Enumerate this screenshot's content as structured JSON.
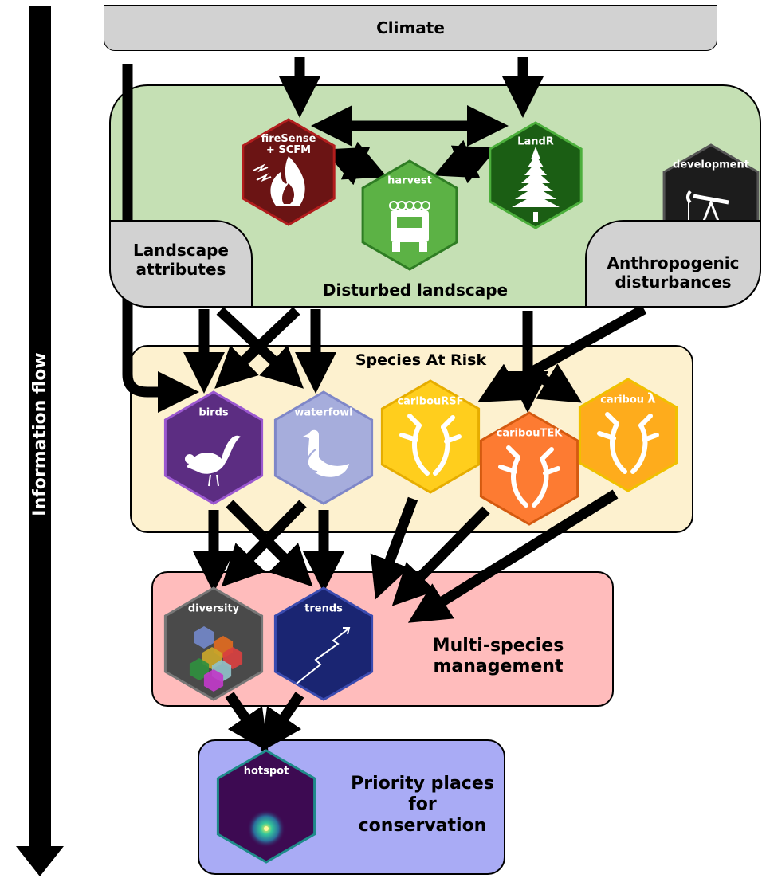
{
  "flow": {
    "label": "Information flow"
  },
  "climate": {
    "label": "Climate"
  },
  "disturbed": {
    "title": "Disturbed landscape",
    "color": "#c5e0b4"
  },
  "landscape_attributes": {
    "label_line1": "Landscape",
    "label_line2": "attributes"
  },
  "anthropogenic": {
    "label_line1": "Anthropogenic",
    "label_line2": "disturbances"
  },
  "species_at_risk": {
    "title": "Species At Risk",
    "color": "#fdf1cf"
  },
  "multi_species": {
    "label_line1": "Multi-species",
    "label_line2": "management",
    "color": "#ffbcbc"
  },
  "priority": {
    "label_line1": "Priority places",
    "label_line2": "for",
    "label_line3": "conservation",
    "color": "#a9abf5"
  },
  "modules": {
    "firesense": {
      "line1": "fireSense",
      "line2": "+ SCFM",
      "icon": "fire-icon",
      "fill": "#6b1414",
      "stroke": "#b21d1d"
    },
    "landr": {
      "label": "LandR",
      "icon": "conifer-tree-icon",
      "fill": "#1b5e14",
      "stroke": "#4caf3c"
    },
    "harvest": {
      "label": "harvest",
      "icon": "logging-truck-icon",
      "fill": "#5cb245",
      "stroke": "#2f7d24"
    },
    "development": {
      "label": "development",
      "icon": "pumpjack-icon",
      "fill": "#1c1c1c",
      "stroke": "#555555"
    },
    "birds": {
      "label": "birds",
      "icon": "bird-icon",
      "fill": "#5c2d82",
      "stroke": "#9b58d0"
    },
    "waterfowl": {
      "label": "waterfowl",
      "icon": "goose-icon",
      "fill": "#a6addc",
      "stroke": "#7f87c8"
    },
    "caribouRSF": {
      "label": "caribouRSF",
      "icon": "antler-icon",
      "fill": "#ffce1d",
      "stroke": "#e6ad00"
    },
    "caribouTEK": {
      "label": "caribouTEK",
      "icon": "antler-icon",
      "fill": "#fd7b32",
      "stroke": "#d45a10"
    },
    "caribouLambda": {
      "label": "caribou",
      "symbol": "λ",
      "icon": "antler-icon",
      "fill": "#feac1c",
      "stroke": "#f0c000"
    },
    "diversity": {
      "label": "diversity",
      "icon": "hexagon-mosaic-icon",
      "fill": "#4a4a4a",
      "stroke": "#777777"
    },
    "trends": {
      "label": "trends",
      "icon": "trend-arrow-icon",
      "fill": "#1a2572",
      "stroke": "#3a4bb0"
    },
    "hotspot": {
      "label": "hotspot",
      "icon": "heatspot-icon",
      "fill": "#3d0a52",
      "stroke": "#1e8c8a"
    }
  }
}
